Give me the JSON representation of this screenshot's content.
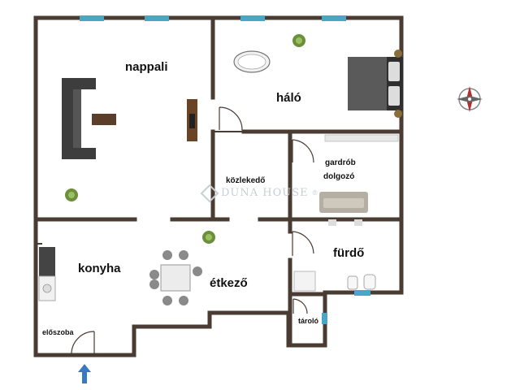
{
  "rooms": {
    "nappali": "nappali",
    "halo": "háló",
    "kozlekedo": "közlekedő",
    "gardrob": "gardrób",
    "dolgozo": "dolgozó",
    "konyha": "konyha",
    "etkezo": "étkező",
    "furdo": "fürdő",
    "taroló": "tároló",
    "eloszoba": "előszoba"
  },
  "watermark": {
    "text": "DUNA HOUSE",
    "registered": "®"
  },
  "icons": {
    "compass": "compass-icon",
    "entrance": "entrance-arrow-icon",
    "plant": "plant-icon"
  },
  "colors": {
    "wall": "#4a3c33",
    "window": "#4aa6c7",
    "sofa": "#3d3d3d",
    "plant": "#6b8f3a"
  }
}
